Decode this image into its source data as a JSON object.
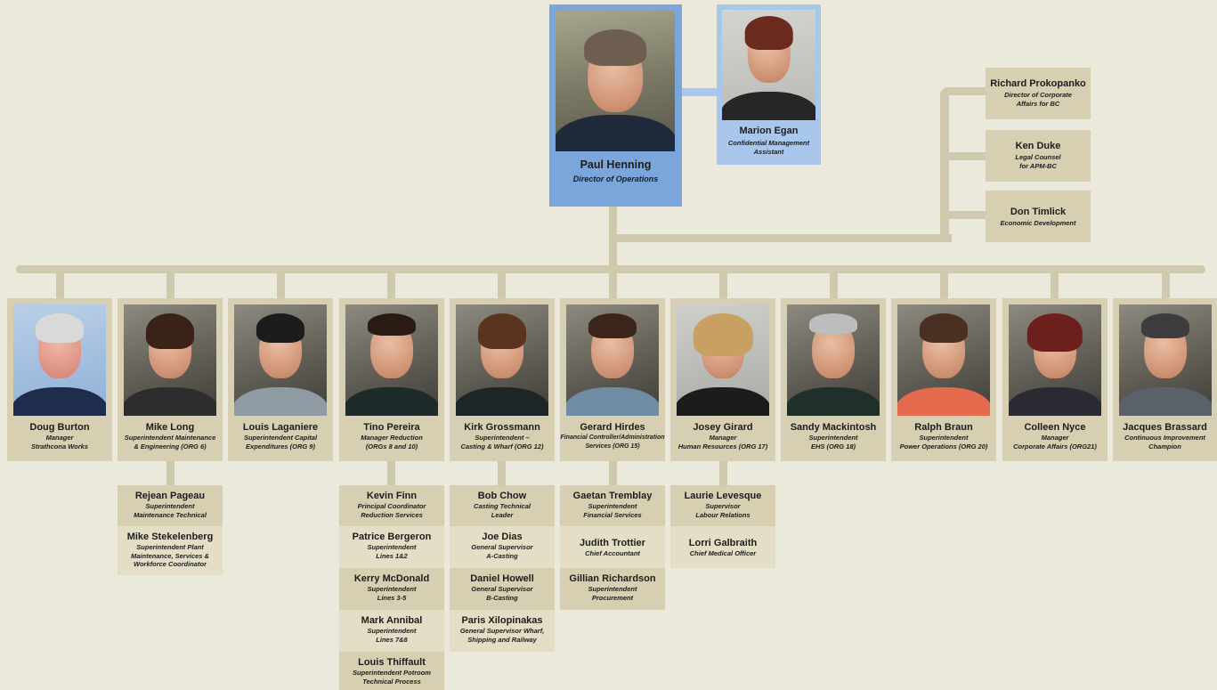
{
  "director": {
    "name": "Paul Henning",
    "title": "Director of Operations",
    "colors": {
      "frame": "#7aa6dc",
      "light": "#a9c7ec"
    }
  },
  "assistant": {
    "name": "Marion Egan",
    "title": "Confidential Management\nAssistant"
  },
  "staff": [
    {
      "name": "Richard Prokopanko",
      "title": "Director of Corporate\nAffairs for BC"
    },
    {
      "name": "Ken Duke",
      "title": "Legal Counsel\nfor APM-BC"
    },
    {
      "name": "Don Timlick",
      "title": "Economic Development"
    }
  ],
  "managers": [
    {
      "name": "Doug Burton",
      "title": "Manager\nStrathcona Works"
    },
    {
      "name": "Mike Long",
      "title": "Superintendent Maintenance\n& Engineering (ORG 6)"
    },
    {
      "name": "Louis Laganiere",
      "title": "Superintendent Capital\nExpenditures (ORG 9)"
    },
    {
      "name": "Tino Pereira",
      "title": "Manager Reduction\n(ORGs 8 and 10)"
    },
    {
      "name": "Kirk Grossmann",
      "title": "Superintendent –\nCasting & Wharf (ORG 12)"
    },
    {
      "name": "Gerard Hirdes",
      "title": "Financial Controller/Administration\nServices (ORG 15)"
    },
    {
      "name": "Josey Girard",
      "title": "Manager\nHuman Resources (ORG 17)"
    },
    {
      "name": "Sandy Mackintosh",
      "title": "Superintendent\nEHS (ORG 18)"
    },
    {
      "name": "Ralph Braun",
      "title": "Superintendent\nPower Operations (ORG 20)"
    },
    {
      "name": "Colleen Nyce",
      "title": "Manager\nCorporate Affairs (ORG21)"
    },
    {
      "name": "Jacques Brassard",
      "title": "Continuous Improvement\nChampion"
    }
  ],
  "reports": {
    "mike_long": [
      {
        "name": "Rejean Pageau",
        "title": "Superintendent\nMaintenance Technical"
      },
      {
        "name": "Mike Stekelenberg",
        "title": "Superintendent Plant\nMaintenance, Services &\nWorkforce Coordinator"
      }
    ],
    "tino_pereira": [
      {
        "name": "Kevin Finn",
        "title": "Principal Coordinator\nReduction Services"
      },
      {
        "name": "Patrice Bergeron",
        "title": "Superintendent\nLines 1&2"
      },
      {
        "name": "Kerry McDonald",
        "title": "Superintendent\nLines 3-5"
      },
      {
        "name": "Mark Annibal",
        "title": "Superintendent\nLines 7&8"
      },
      {
        "name": "Louis Thiffault",
        "title": "Superintendent Potroom\nTechnical Process"
      }
    ],
    "kirk_grossmann": [
      {
        "name": "Bob Chow",
        "title": "Casting Technical\nLeader"
      },
      {
        "name": "Joe Dias",
        "title": "General Supervisor\nA-Casting"
      },
      {
        "name": "Daniel Howell",
        "title": "General Supervisor\nB-Casting"
      },
      {
        "name": "Paris Xilopinakas",
        "title": "General Supervisor Wharf,\nShipping and Railway"
      }
    ],
    "gerard_hirdes": [
      {
        "name": "Gaetan Tremblay",
        "title": "Superintendent\nFinancial Services"
      },
      {
        "name": "Judith Trottier",
        "title": "Chief Accountant"
      },
      {
        "name": "Gillian Richardson",
        "title": "Superintendent\nProcurement"
      }
    ],
    "josey_girard": [
      {
        "name": "Laurie Levesque",
        "title": "Supervisor\nLabour Relations"
      },
      {
        "name": "Lorri Galbraith",
        "title": "Chief Medical Officer"
      }
    ]
  },
  "colors": {
    "background": "#ebe8dc",
    "connector": "#cfc9ad",
    "card": "#d6cfb1",
    "card_alt": "#e4dec6"
  }
}
